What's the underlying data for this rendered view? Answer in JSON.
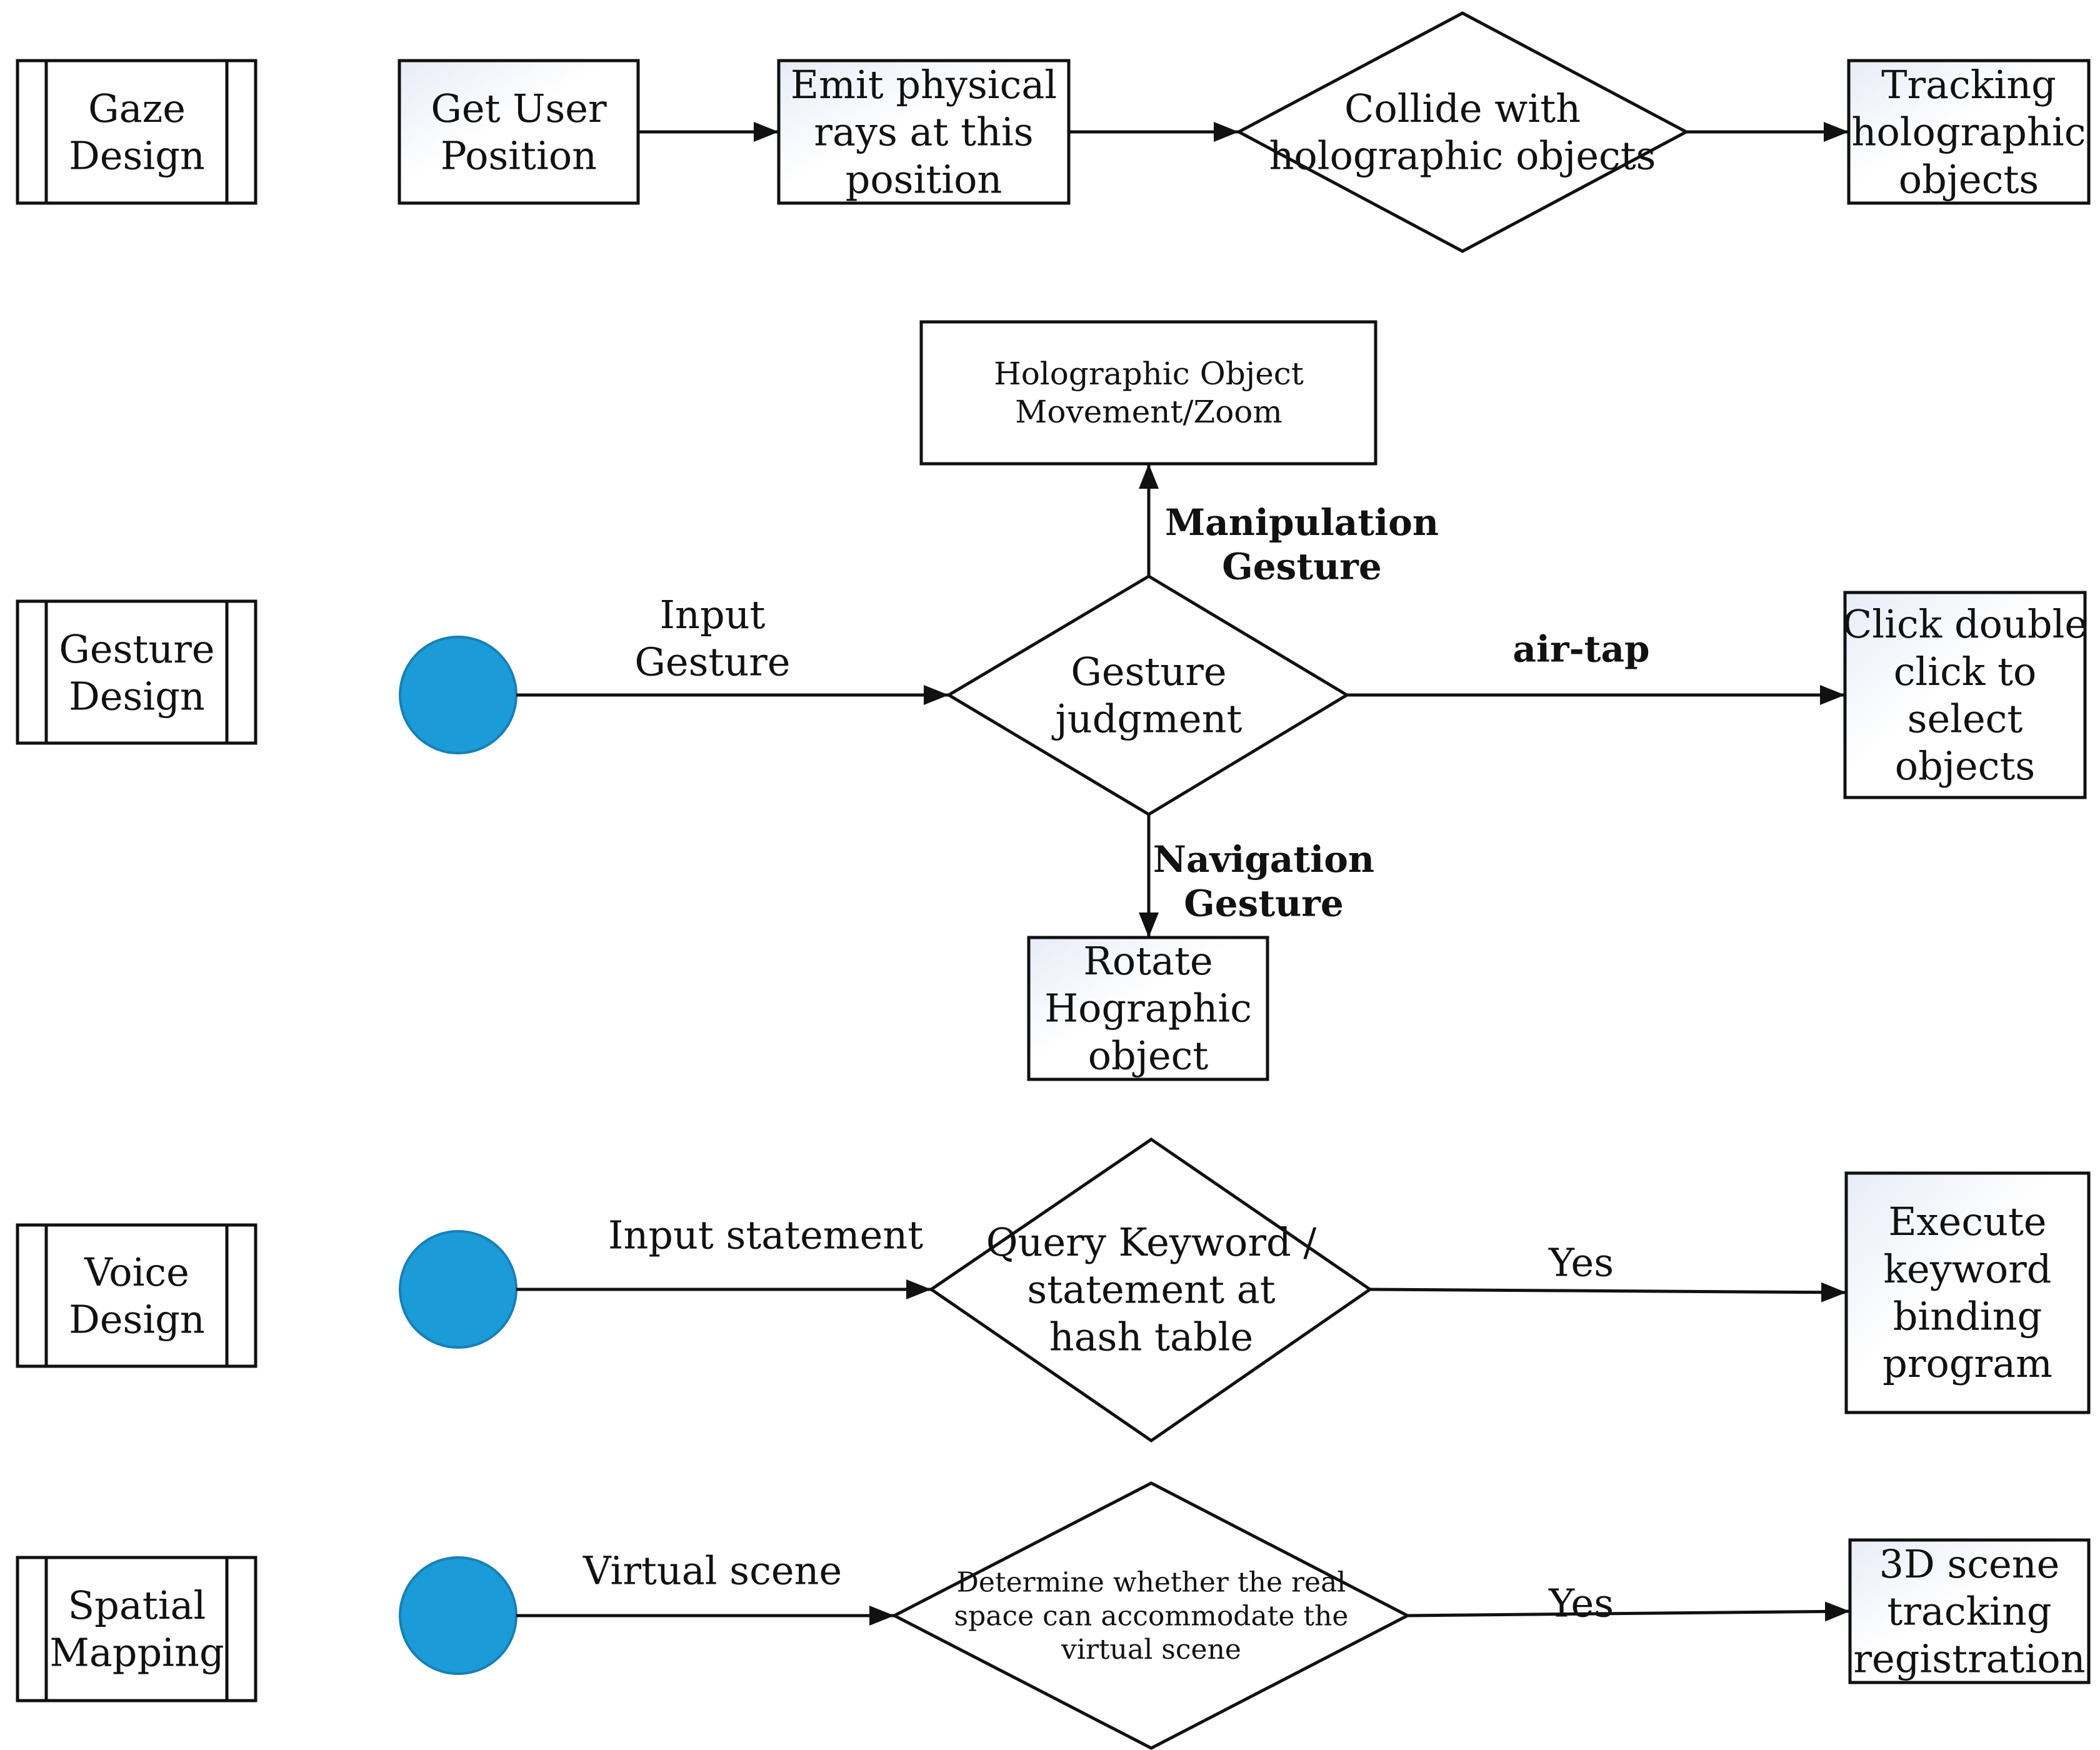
{
  "lanes": {
    "gaze": "Gaze Design",
    "gesture": "Gesture Design",
    "voice": "Voice Design",
    "spatial": "Spatial Mapping"
  },
  "gaze": {
    "get_user_position": "Get User Position",
    "emit_rays": "Emit physical rays at this position",
    "collide": "Collide with holographic objects",
    "tracking": "Tracking holographic objects"
  },
  "gesture": {
    "holographic_move_zoom": "Holographic Object Movement/Zoom",
    "manipulation_label": "Manipulation Gesture",
    "input_label": "Input Gesture",
    "judgment": "Gesture judgment",
    "airtap_label": "air-tap",
    "click_select": "Click double click to select objects",
    "navigation_label": "Navigation Gesture",
    "rotate": "Rotate Hographic object"
  },
  "voice": {
    "input_label": "Input statement",
    "query": "Query Keyword / statement at hash table",
    "yes_label": "Yes",
    "execute": "Execute keyword binding program"
  },
  "spatial": {
    "input_label": "Virtual scene",
    "determine": "Determine whether the real space can accommodate the virtual scene",
    "yes_label": "Yes",
    "tracking_registration": "3D scene tracking registration"
  },
  "colors": {
    "start_node": "#1b9bd8",
    "stroke": "#111111"
  }
}
